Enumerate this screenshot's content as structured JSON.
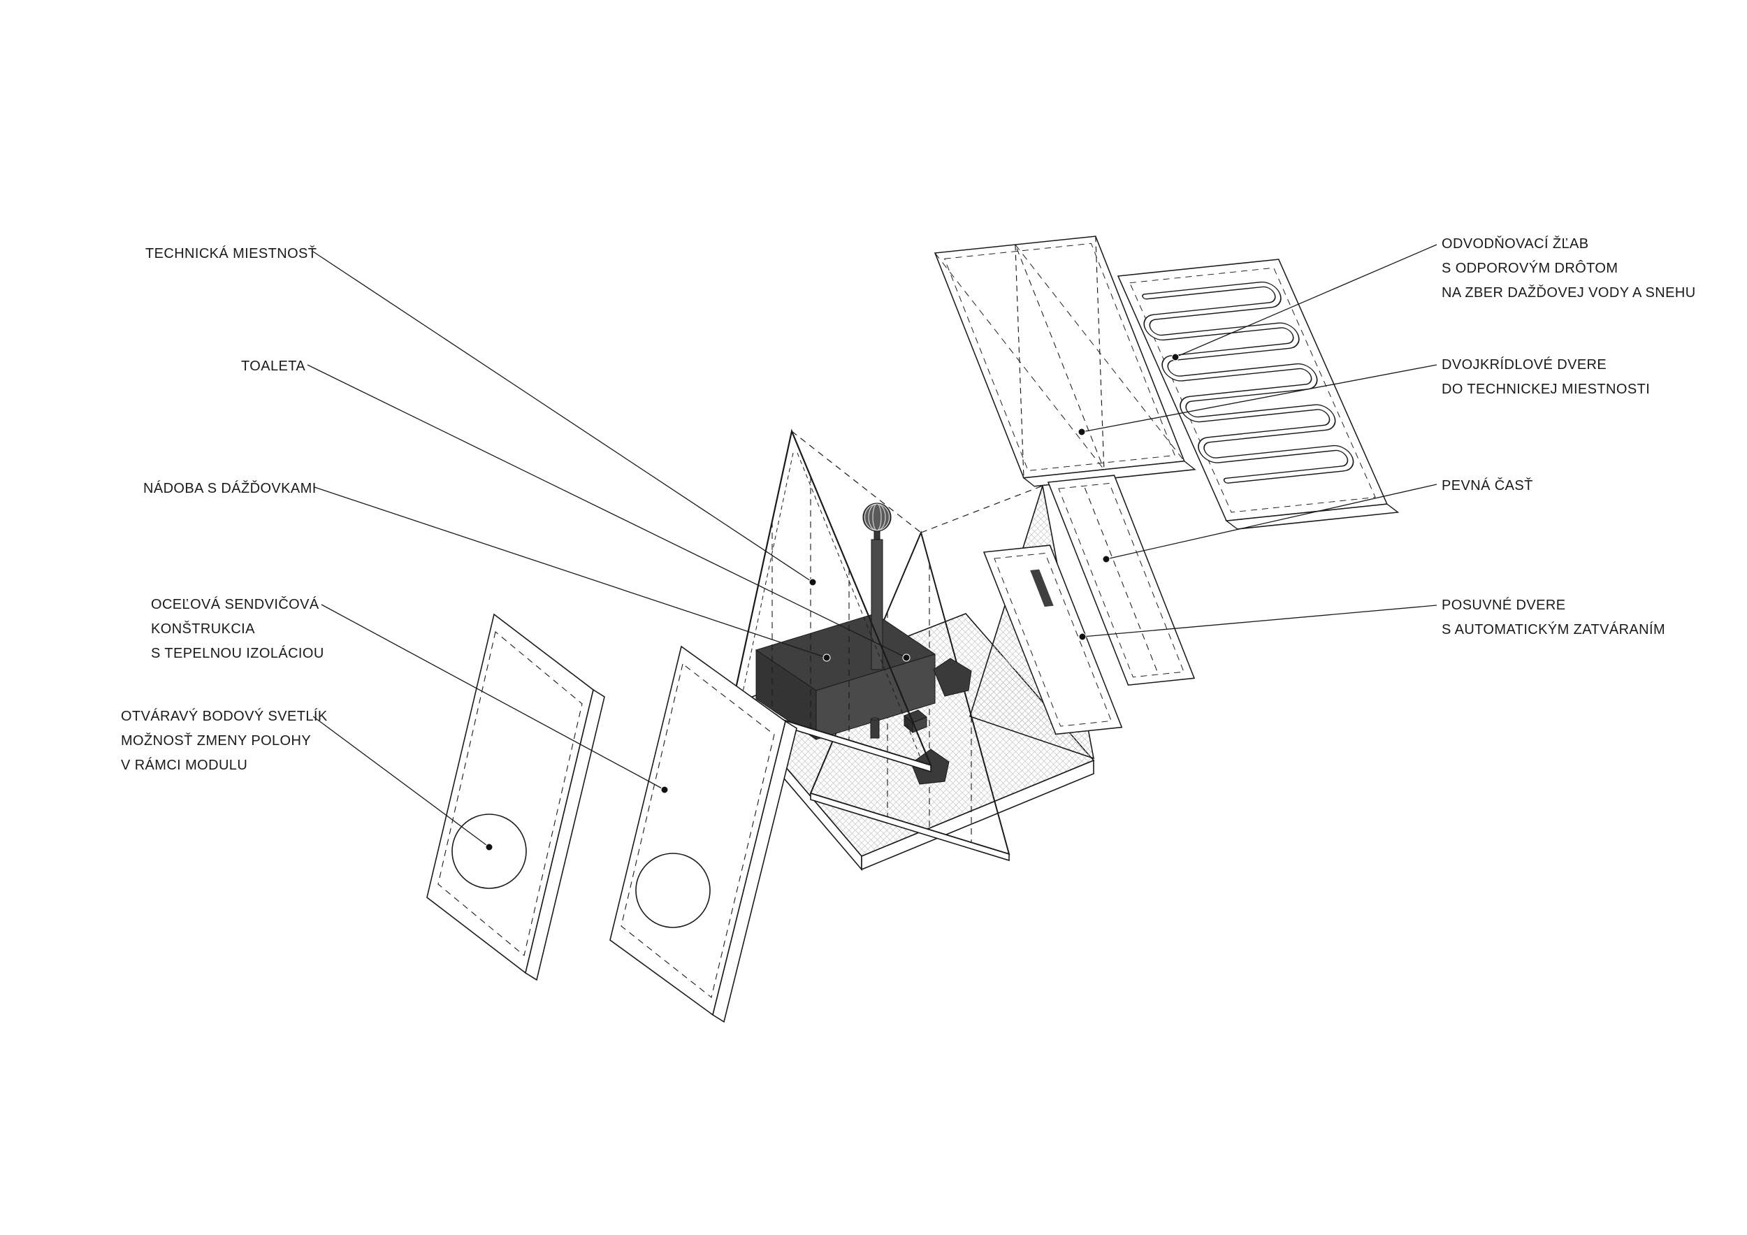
{
  "diagram": {
    "type": "exploded-axonometric-architecture-diagram",
    "language": "sk",
    "labels_left": [
      {
        "id": "technicka-miestnost",
        "text": "TECHNICKÁ MIESTNOSŤ"
      },
      {
        "id": "toaleta",
        "text": "TOALETA"
      },
      {
        "id": "nadoba-s-dazdovkami",
        "text": "NÁDOBA S DÁŽĎOVKAMI"
      },
      {
        "id": "ocelova-sendvicova-konstrukcia",
        "text": "OCEĽOVÁ SENDVIČOVÁ\nKONŠTRUKCIA\nS TEPELNOU IZOLÁCIOU"
      },
      {
        "id": "otvaravy-bodovy-svetlik",
        "text": "OTVÁRAVÝ BODOVÝ SVETLÍK\nMOŽNOSŤ ZMENY POLOHY\nV RÁMCI MODULU"
      }
    ],
    "labels_right": [
      {
        "id": "odvodnovaci-zlab",
        "text": "ODVODŇOVACÍ ŽĽAB\nS ODPOROVÝM DRÔTOM\nNA ZBER DAŽĎOVEJ VODY A SNEHU"
      },
      {
        "id": "dvojkridlove-dvere",
        "text": "DVOJKRÍDLOVÉ DVERE\nDO TECHNICKEJ MIESTNOSTI"
      },
      {
        "id": "pevna-cast",
        "text": "PEVNÁ ČASŤ"
      },
      {
        "id": "posuvne-dvere",
        "text": "POSUVNÉ DVERE\nS AUTOMATICKÝM ZATVÁRANÍM"
      }
    ],
    "colors": {
      "line": "#1a1a1a",
      "dark_fill": "#3f3f3f",
      "hatch": "#c4c4c4",
      "background": "#ffffff"
    }
  }
}
